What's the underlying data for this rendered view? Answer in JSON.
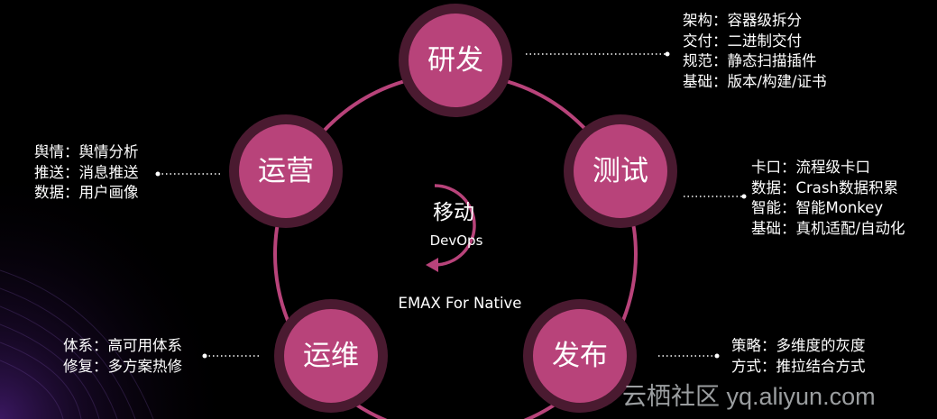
{
  "nodes": {
    "rd": {
      "label": "研发"
    },
    "test": {
      "label": "测试"
    },
    "release": {
      "label": "发布"
    },
    "maintain": {
      "label": "运维"
    },
    "operate": {
      "label": "运营"
    }
  },
  "center": {
    "title": "移动",
    "subtitle": "DevOps"
  },
  "platform": "EMAX For Native",
  "descriptions": {
    "rd": [
      "架构：容器级拆分",
      "交付：二进制交付",
      "规范：静态扫描插件",
      "基础：版本/构建/证书"
    ],
    "test": [
      "卡口：流程级卡口",
      "数据：Crash数据积累",
      "智能：智能Monkey",
      "基础：真机适配/自动化"
    ],
    "release": [
      "策略：多维度的灰度",
      "方式：推拉结合方式"
    ],
    "maintain": [
      "体系：高可用体系",
      "修复：多方案热修"
    ],
    "operate": [
      "舆情：舆情分析",
      "推送：消息推送",
      "数据：用户画像"
    ]
  },
  "watermark": "云栖社区 yq.aliyun.com",
  "colors": {
    "node_fill": "#b8437a",
    "node_ring": "#4a1a30",
    "cycle_line": "#b8437a",
    "background": "#000000"
  }
}
